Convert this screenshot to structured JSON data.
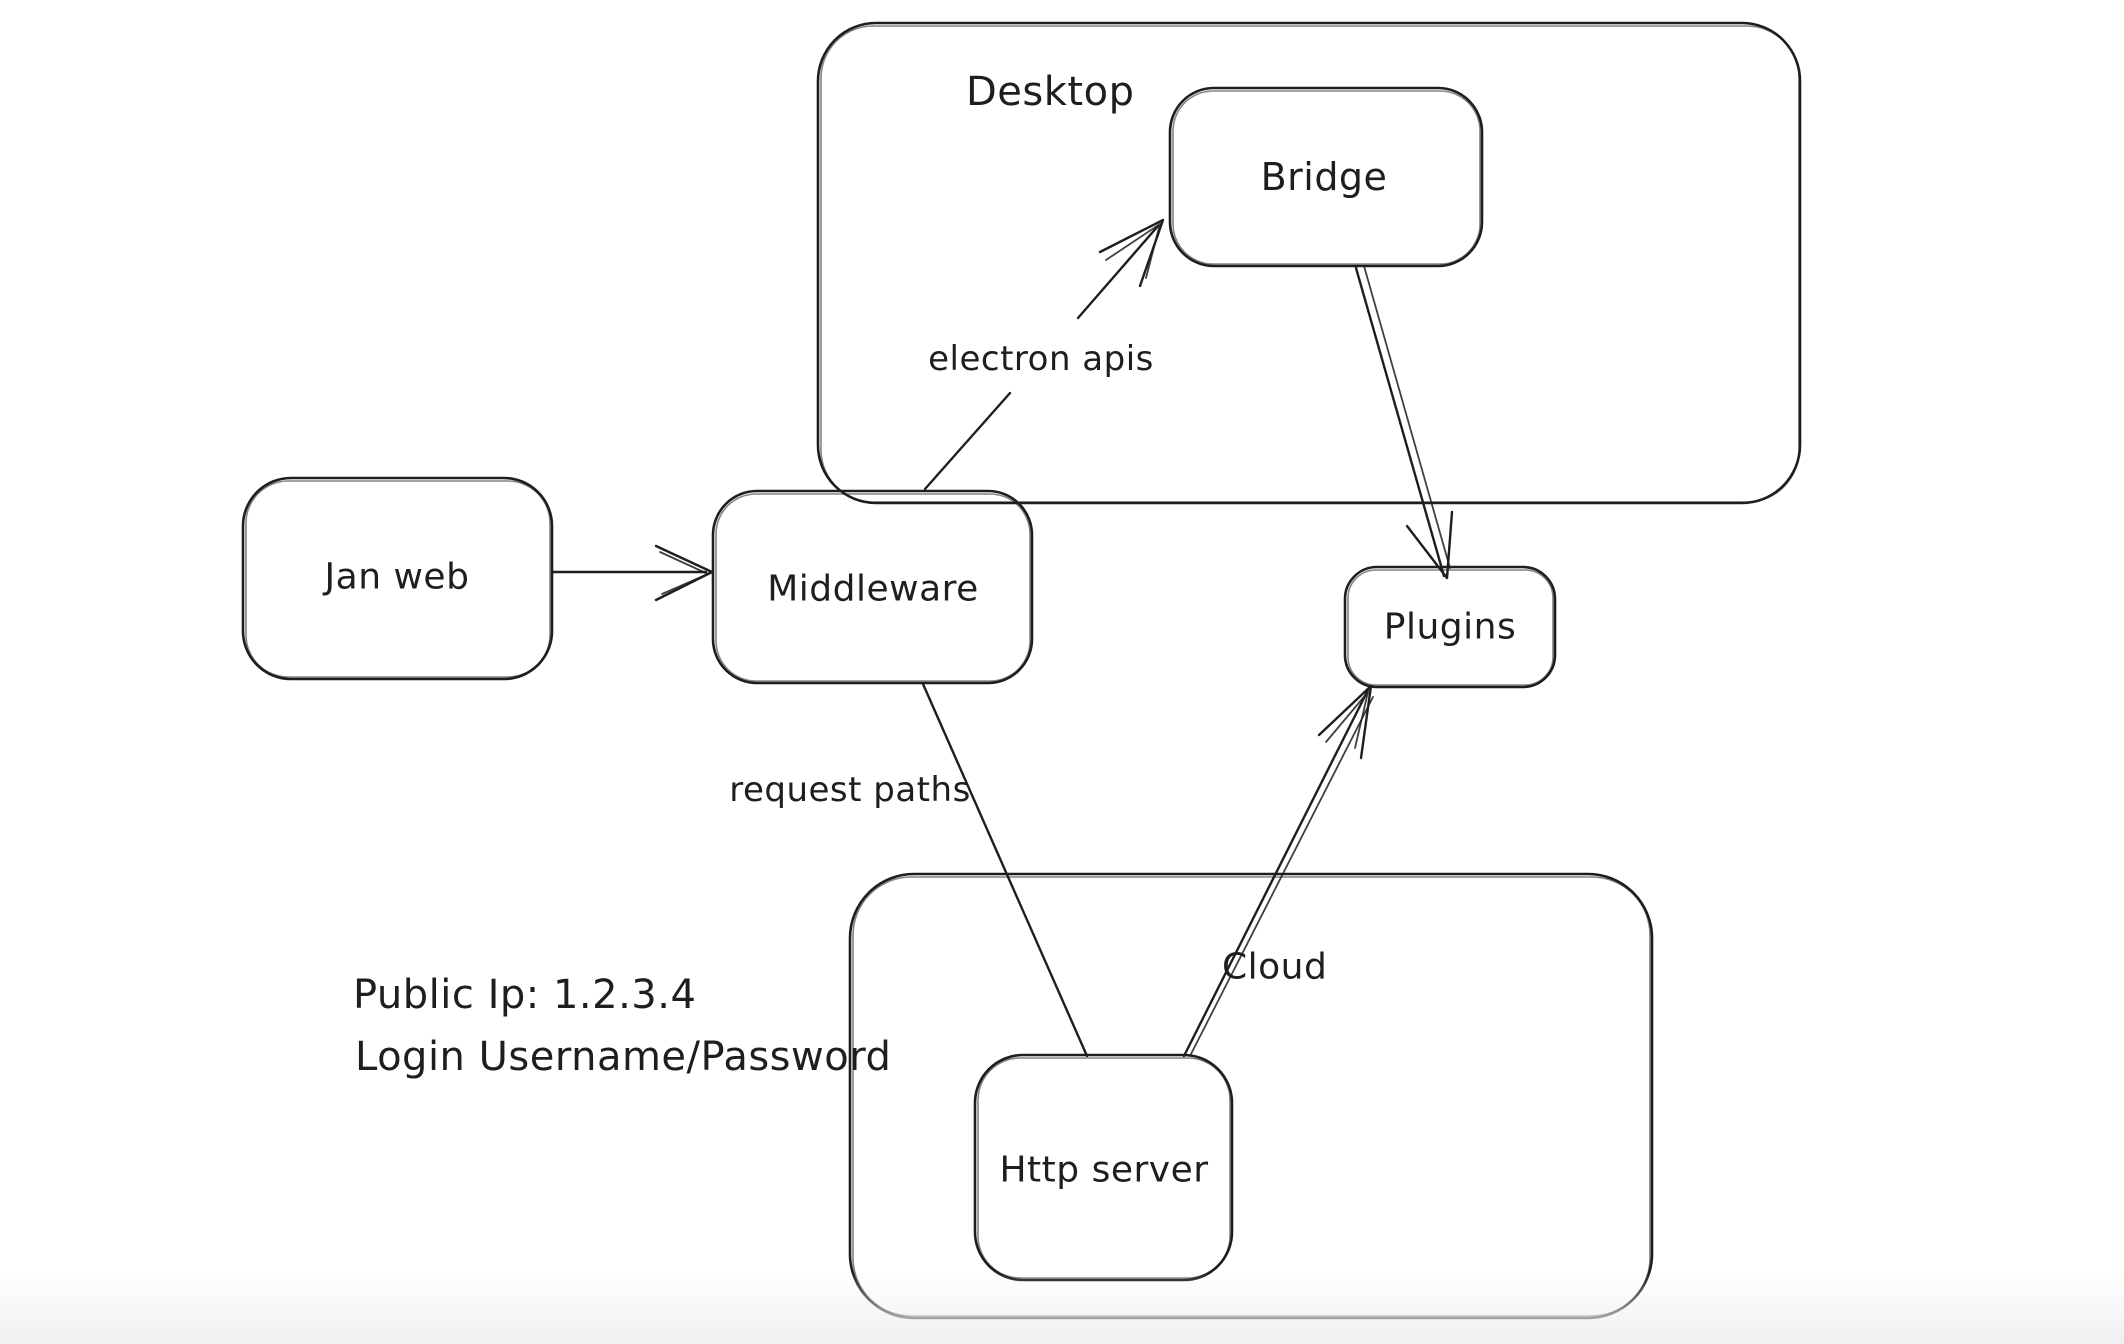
{
  "canvas": {
    "background_color": "#ffffff",
    "stroke_color": "#1e1e1e",
    "bottom_fade_color": "#eef0f2"
  },
  "containers": {
    "desktop": {
      "label": "Desktop"
    },
    "cloud": {
      "label": "Cloud"
    }
  },
  "nodes": {
    "jan_web": {
      "label": "Jan web"
    },
    "middleware": {
      "label": "Middleware"
    },
    "bridge": {
      "label": "Bridge"
    },
    "plugins": {
      "label": "Plugins"
    },
    "http_server": {
      "label": "Http server"
    }
  },
  "edges": {
    "jan_web_to_middleware": {
      "from": "Jan web",
      "to": "Middleware",
      "label": ""
    },
    "middleware_to_bridge": {
      "from": "Middleware",
      "to": "Bridge",
      "label": "electron apis"
    },
    "bridge_to_plugins": {
      "from": "Bridge",
      "to": "Plugins",
      "label": ""
    },
    "http_server_to_plugins": {
      "from": "Http server",
      "to": "Plugins",
      "label": ""
    },
    "middleware_to_http_server": {
      "from": "Middleware",
      "to": "Http server",
      "label": "request paths"
    }
  },
  "notes": {
    "public_ip": "Public Ip: 1.2.3.4",
    "login": "Login Username/Password"
  }
}
